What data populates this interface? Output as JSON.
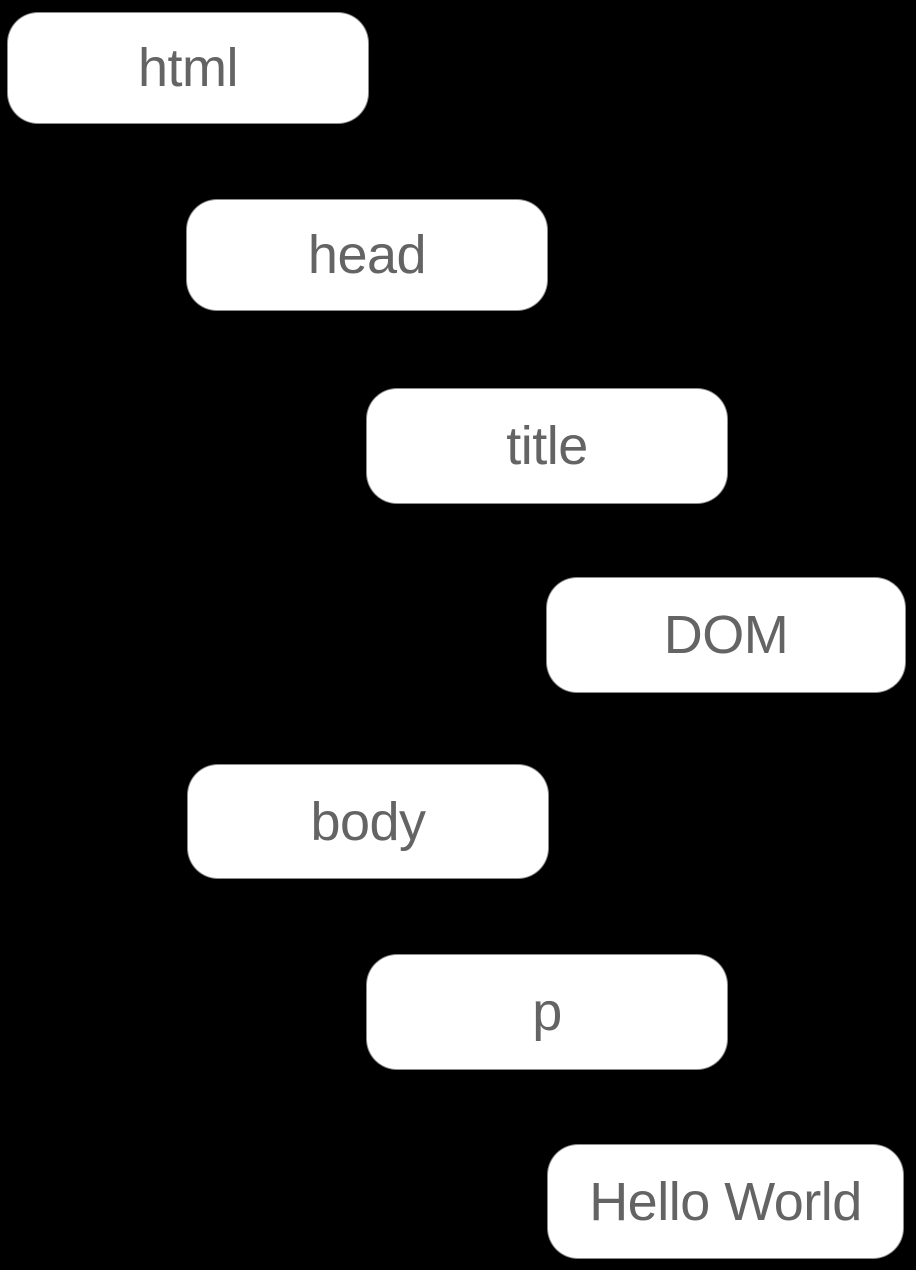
{
  "diagram": {
    "kind": "dom-tree",
    "background_color": "#000000",
    "node_fill_color": "#ffffff",
    "node_text_color": "#646464",
    "nodes": [
      {
        "id": "html",
        "label": "html",
        "depth": 0
      },
      {
        "id": "head",
        "label": "head",
        "depth": 1
      },
      {
        "id": "title",
        "label": "title",
        "depth": 2
      },
      {
        "id": "dom",
        "label": "DOM",
        "depth": 3
      },
      {
        "id": "body",
        "label": "body",
        "depth": 1
      },
      {
        "id": "p",
        "label": "p",
        "depth": 2
      },
      {
        "id": "hello-world",
        "label": "Hello World",
        "depth": 3
      }
    ]
  }
}
